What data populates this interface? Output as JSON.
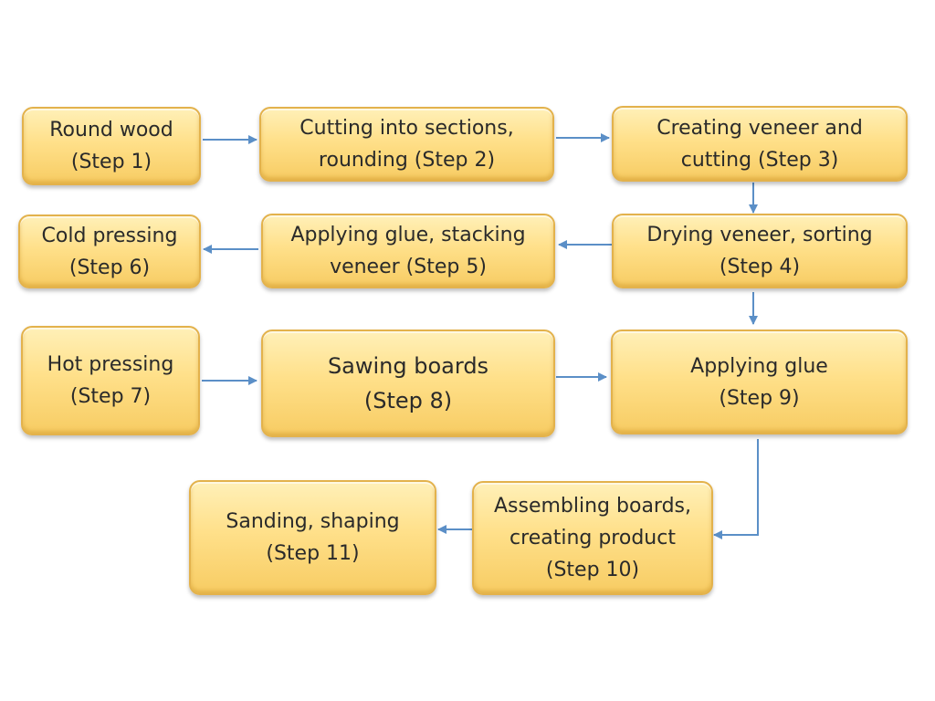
{
  "steps": [
    {
      "lines": [
        "Round wood",
        "(Step 1)"
      ]
    },
    {
      "lines": [
        "Cutting into sections,",
        "rounding (Step 2)"
      ]
    },
    {
      "lines": [
        "Creating veneer and",
        "cutting (Step 3)"
      ]
    },
    {
      "lines": [
        "Drying veneer, sorting",
        "(Step 4)"
      ]
    },
    {
      "lines": [
        "Applying glue, stacking",
        "veneer (Step 5)"
      ]
    },
    {
      "lines": [
        "Cold pressing",
        "(Step 6)"
      ]
    },
    {
      "lines": [
        "Hot pressing",
        "(Step 7)"
      ]
    },
    {
      "lines": [
        "Sawing boards",
        "(Step 8)"
      ]
    },
    {
      "lines": [
        "Applying glue",
        "(Step 9)"
      ]
    },
    {
      "lines": [
        "Assembling boards,",
        "creating product",
        "(Step 10)"
      ]
    },
    {
      "lines": [
        "Sanding, shaping",
        "(Step 11)"
      ]
    }
  ],
  "colors": {
    "box_fill": "#ffe08a",
    "box_border": "#e3b24c",
    "arrow": "#5b8fc7"
  }
}
